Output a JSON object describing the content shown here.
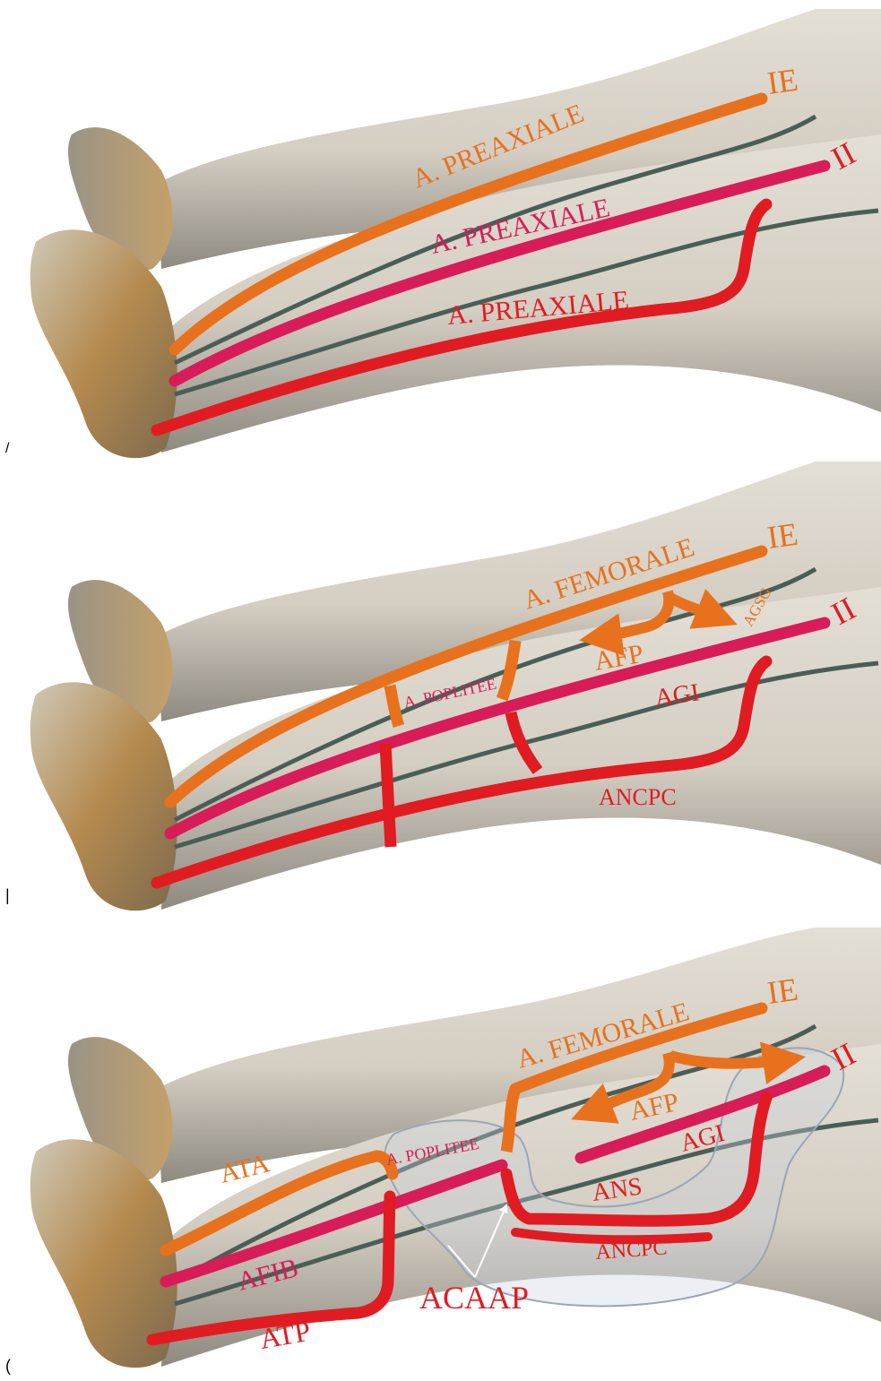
{
  "colors": {
    "skin": "#d9d3c8",
    "skin_shadow": "#9c968c",
    "foot": "#b78a4e",
    "orange": "#e8711d",
    "magenta": "#d81c58",
    "red": "#e11b22",
    "green": "#4a5e55",
    "overlay_stroke": "#9aa6b6"
  },
  "panels": [
    {
      "marker": "/",
      "labels": {
        "ie": "IE",
        "ii": "II",
        "upper": "A. PREAXIALE",
        "middle": "A. PREAXIALE",
        "lower": "A. PREAXIALE"
      }
    },
    {
      "marker": "|",
      "labels": {
        "ie": "IE",
        "ii": "II",
        "femorale": "A. FEMORALE",
        "poplitee": "A. POPLITEE",
        "afp": "AFP",
        "agi": "AGI",
        "agsg": "AGSG",
        "ancpc": "ANCPC"
      }
    },
    {
      "marker": "(",
      "labels": {
        "ie": "IE",
        "ii": "II",
        "femorale": "A. FEMORALE",
        "poplitee": "A. POPLITEE",
        "afp": "AFP",
        "agi": "AGI",
        "ans": "ANS",
        "ancpc": "ANCPC",
        "ata": "ATA",
        "afib": "AFIB",
        "atp": "ATP",
        "acaap": "ACAAP"
      }
    }
  ]
}
